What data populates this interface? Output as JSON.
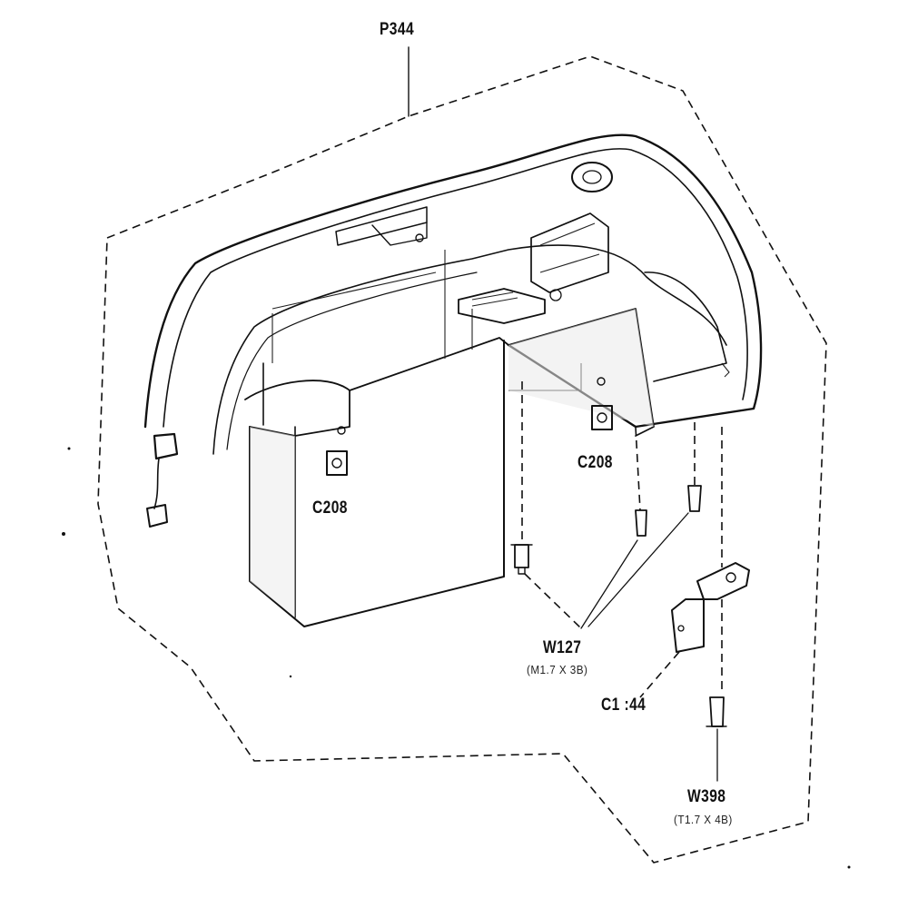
{
  "labels": {
    "assembly": "P344",
    "cushion_left": "C208",
    "cushion_right": "C208",
    "screw_main": "W127",
    "screw_main_spec": "(M1.7 X 3B)",
    "bracket": "C1 :44",
    "screw_bracket": "W398",
    "screw_bracket_spec": "(T1.7 X 4B)"
  },
  "colors": {
    "ink": "#111111",
    "paper": "#ffffff",
    "shade": "#e9e9e9"
  }
}
